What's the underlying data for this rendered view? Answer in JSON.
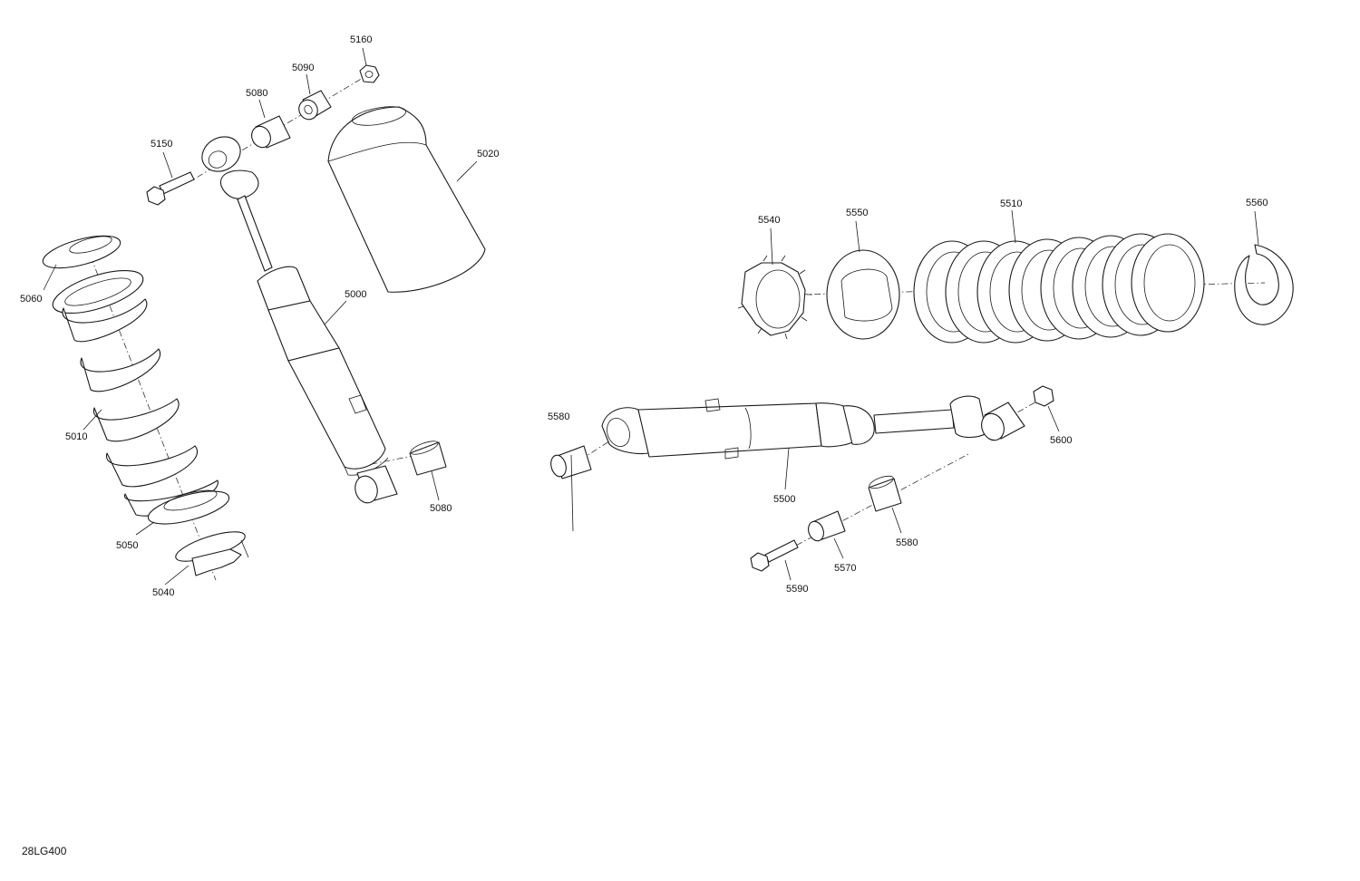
{
  "figure_ref": "28LG400",
  "colors": {
    "line": "#1a1a1a",
    "background": "#ffffff"
  },
  "callouts": [
    {
      "id": "5160",
      "text": "5160"
    },
    {
      "id": "5090",
      "text": "5090"
    },
    {
      "id": "5080a",
      "text": "5080"
    },
    {
      "id": "5150",
      "text": "5150"
    },
    {
      "id": "5020",
      "text": "5020"
    },
    {
      "id": "5060",
      "text": "5060"
    },
    {
      "id": "5000",
      "text": "5000"
    },
    {
      "id": "5010",
      "text": "5010"
    },
    {
      "id": "5050",
      "text": "5050"
    },
    {
      "id": "5040",
      "text": "5040"
    },
    {
      "id": "5080b",
      "text": "5080"
    },
    {
      "id": "5540",
      "text": "5540"
    },
    {
      "id": "5550",
      "text": "5550"
    },
    {
      "id": "5510",
      "text": "5510"
    },
    {
      "id": "5560",
      "text": "5560"
    },
    {
      "id": "5580a",
      "text": "5580"
    },
    {
      "id": "5600",
      "text": "5600"
    },
    {
      "id": "5500",
      "text": "5500"
    },
    {
      "id": "5580b",
      "text": "5580"
    },
    {
      "id": "5570",
      "text": "5570"
    },
    {
      "id": "5590",
      "text": "5590"
    }
  ]
}
